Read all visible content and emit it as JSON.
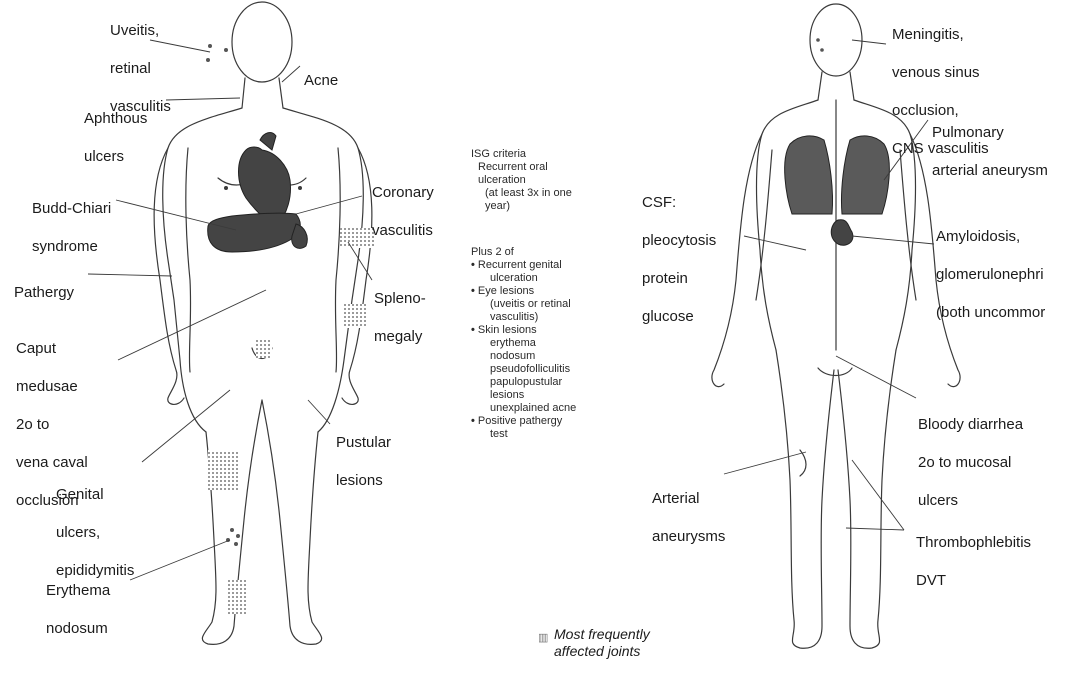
{
  "left_figure_labels": {
    "uveitis": [
      "Uveitis,",
      "retinal",
      "vasculitis"
    ],
    "acne": [
      "Acne"
    ],
    "aphthous": [
      "Aphthous",
      "ulcers"
    ],
    "budd_chiari": [
      "Budd-Chiari",
      "syndrome"
    ],
    "coronary": [
      "Coronary",
      "vasculitis"
    ],
    "pathergy": [
      "Pathergy"
    ],
    "splenomegaly": [
      "Spleno-",
      "megaly"
    ],
    "caput": [
      "Caput",
      "medusae",
      "2o to",
      "vena caval",
      "occlusion"
    ],
    "pustular": [
      "Pustular",
      "lesions"
    ],
    "genital": [
      "Genital",
      "ulcers,",
      "epididymitis"
    ],
    "erythema": [
      "Erythema",
      "nodosum"
    ]
  },
  "criteria": {
    "title": "ISG criteria",
    "lines_1": [
      "Recurrent oral",
      "ulceration",
      "(at least 3x in one",
      "year)"
    ],
    "plus": "Plus 2 of",
    "items": [
      {
        "bullet": "•",
        "lines": [
          "Recurrent genital",
          "ulceration"
        ]
      },
      {
        "bullet": "•",
        "lines": [
          "Eye lesions",
          "(uveitis or retinal",
          "vasculitis)"
        ]
      },
      {
        "bullet": "•",
        "lines": [
          "Skin lesions",
          "erythema",
          "nodosum",
          "pseudofolliculitis",
          "papulopustular",
          "lesions",
          "unexplained acne"
        ]
      },
      {
        "bullet": "•",
        "lines": [
          "Positive pathergy",
          "test"
        ]
      }
    ]
  },
  "legend": {
    "marker": "▥",
    "lines": [
      "Most frequently",
      "affected joints"
    ]
  },
  "right_figure_labels": {
    "meningitis": [
      "Meningitis,",
      "venous sinus",
      "occlusion,",
      "CNS vasculitis"
    ],
    "pulmonary": [
      "Pulmonary",
      "arterial aneurysm"
    ],
    "csf": [
      "CSF:",
      "pleocytosis",
      "protein",
      "glucose"
    ],
    "amyloidosis": [
      "Amyloidosis,",
      "glomerulonephri",
      "(both uncommor"
    ],
    "bloody": [
      "Bloody diarrhea",
      "2o to mucosal",
      "ulcers"
    ],
    "arterial": [
      "Arterial",
      "aneurysms"
    ],
    "thrombo": [
      "Thrombophlebitis",
      "DVT"
    ]
  }
}
